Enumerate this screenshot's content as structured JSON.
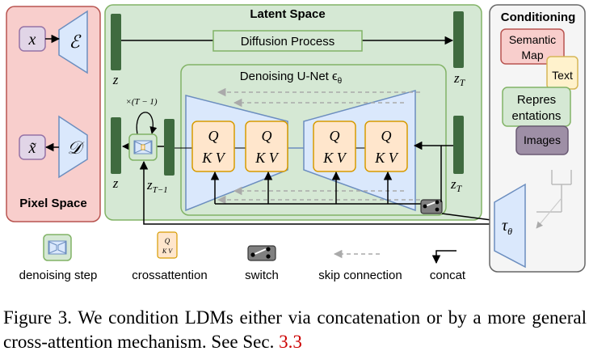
{
  "pixel_space": {
    "title": "Pixel Space",
    "input_symbol": "x",
    "output_symbol": "x̃"
  },
  "encoder": {
    "symbol": "ℰ"
  },
  "decoder": {
    "symbol": "𝒟"
  },
  "latent_space": {
    "title": "Latent Space",
    "diffusion_label": "Diffusion Process",
    "z_top": "z",
    "z_bottom": "z",
    "z_t_top": "z",
    "z_t_top_sub": "T",
    "z_t_bottom": "z",
    "z_t_bottom_sub": "T",
    "z_t_minus_1": "z",
    "z_t_minus_1_sub": "T−1",
    "repeat_label": "×(T − 1)"
  },
  "unet": {
    "title": "Denoising U-Net ϵ",
    "title_sub": "θ",
    "attention_blocks": [
      {
        "q": "Q",
        "kv": "K V"
      },
      {
        "q": "Q",
        "kv": "K V"
      },
      {
        "q": "Q",
        "kv": "K V"
      },
      {
        "q": "Q",
        "kv": "K V"
      }
    ]
  },
  "conditioning": {
    "title": "Conditioning",
    "items": [
      "Semantic",
      "Map",
      "Text",
      "Repres",
      "entations",
      "Images"
    ],
    "tau": "τ",
    "tau_sub": "θ",
    "colors": {
      "semantic_map": "#f8cecc",
      "text": "#fff2cc",
      "representations": "#d5e8d4",
      "images": "#9e8fa6"
    }
  },
  "legend": {
    "denoising_step": "denoising step",
    "crossattention": "crossattention",
    "switch": "switch",
    "skip_connection": "skip connection",
    "concat": "concat",
    "mini_q": "Q",
    "mini_kv": "K V"
  },
  "caption": {
    "text": "Figure 3.   We condition LDMs either via concatenation or by a more general cross-attention mechanism. See Sec.",
    "ref": "3.3"
  },
  "colors": {
    "pixel_bg": "#f8cecc",
    "pixel_border": "#b85450",
    "latent_bg": "#d5e8d4",
    "latent_border": "#82b366",
    "bar": "#3f6b3f",
    "encoder_fill": "#dae8fc",
    "encoder_border": "#6c8ebf",
    "attn_fill": "#ffe6cc",
    "attn_border": "#d79b00",
    "symbol_fill": "#e1d5e7",
    "symbol_border": "#9673a6",
    "cond_bg": "#f5f5f5",
    "cond_border": "#666666"
  }
}
